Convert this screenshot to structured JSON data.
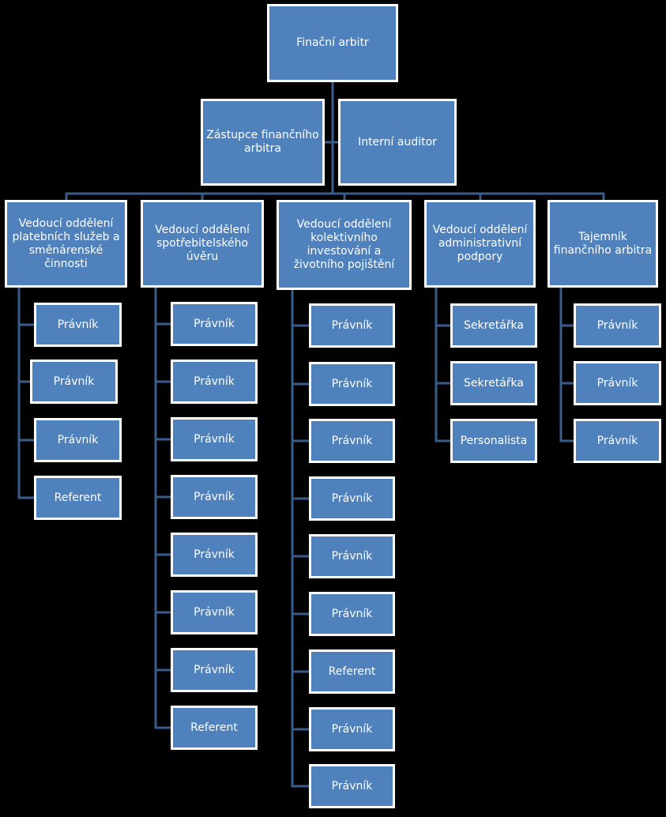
{
  "colors": {
    "background": "#000000",
    "box_fill": "#4f81bd",
    "box_border": "#ffffff",
    "connector": "#385d8a",
    "text": "#ffffff"
  },
  "org": {
    "top": "Finační arbitr",
    "deputy": "Zástupce finančního arbitra",
    "auditor": "Interní auditor",
    "departments": [
      {
        "head": "Vedoucí oddělení platebních služeb a směnárenské činnosti",
        "staff": [
          "Právník",
          "Právník",
          "Právník",
          "Referent"
        ]
      },
      {
        "head": "Vedoucí oddělení spotřebitelského úvěru",
        "staff": [
          "Právník",
          "Právník",
          "Právník",
          "Právník",
          "Právník",
          "Právník",
          "Právník",
          "Referent"
        ]
      },
      {
        "head": "Vedoucí oddělení kolektivního investování a životního pojištění",
        "staff": [
          "Právník",
          "Právník",
          "Právník",
          "Právník",
          "Právník",
          "Právník",
          "Referent",
          "Právník",
          "Právník"
        ]
      },
      {
        "head": "Vedoucí oddělení administrativní podpory",
        "staff": [
          "Sekretářka",
          "Sekretářka",
          "Personalista"
        ]
      },
      {
        "head": "Tajemník finančního arbitra",
        "staff": [
          "Právník",
          "Právník",
          "Právník"
        ]
      }
    ]
  }
}
